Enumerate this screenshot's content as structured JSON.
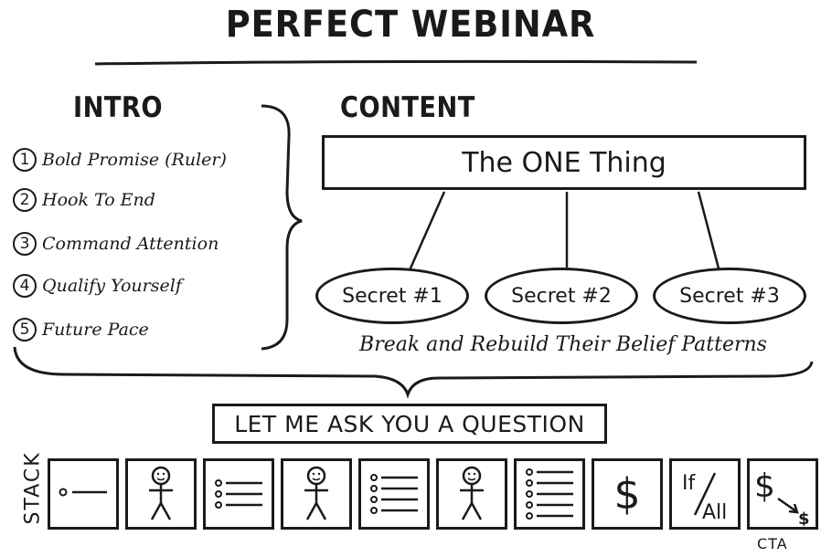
{
  "title": "PERFECT WEBINAR",
  "intro": {
    "heading": "INTRO",
    "items": [
      {
        "num": "1",
        "label": "Bold Promise (Ruler)"
      },
      {
        "num": "2",
        "label": "Hook To End"
      },
      {
        "num": "3",
        "label": "Command Attention"
      },
      {
        "num": "4",
        "label": "Qualify Yourself"
      },
      {
        "num": "5",
        "label": "Future Pace"
      }
    ]
  },
  "content": {
    "heading": "CONTENT",
    "one_thing": "The ONE Thing",
    "secrets": [
      "Secret #1",
      "Secret #2",
      "Secret #3"
    ],
    "belief": "Break and Rebuild Their Belief Patterns"
  },
  "question": "LET ME ASK YOU A QUESTION",
  "stack": {
    "label": "STACK",
    "boxes": [
      {
        "icon": "single-bullet-icon"
      },
      {
        "icon": "stick-figure-icon"
      },
      {
        "icon": "bullet-list-icon"
      },
      {
        "icon": "stick-figure-icon"
      },
      {
        "icon": "bullet-list-icon"
      },
      {
        "icon": "stick-figure-icon"
      },
      {
        "icon": "bullet-list-icon"
      },
      {
        "icon": "dollar-icon",
        "text": "$"
      },
      {
        "icon": "if-all-icon",
        "top": "If",
        "bottom": "All"
      },
      {
        "icon": "dollar-arrow-icon",
        "big": "$",
        "small": "$"
      }
    ],
    "cta": "CTA"
  }
}
